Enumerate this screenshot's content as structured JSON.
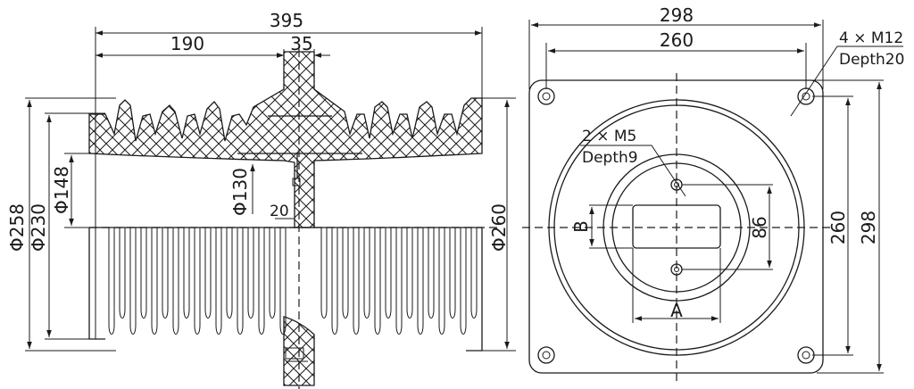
{
  "side_view": {
    "overall_length": "395",
    "flange_offset": "190",
    "flange_width": "35",
    "dia_outer": "Φ258",
    "dia_shed": "Φ230",
    "dia_bore": "Φ148",
    "dia_insert": "Φ130",
    "insert_depth": "20",
    "dia_flange": "Φ260"
  },
  "end_view": {
    "plate_width": "298",
    "bolt_spacing_h": "260",
    "bolt_spacing_v": "260",
    "plate_height": "298",
    "hole_spacing": "86",
    "slot_width": "A",
    "slot_height": "B",
    "bolt_holes_label": "4 × M12",
    "bolt_holes_depth": "Depth20",
    "screw_holes_label": "2 × M5",
    "screw_holes_depth": "Depth9"
  }
}
